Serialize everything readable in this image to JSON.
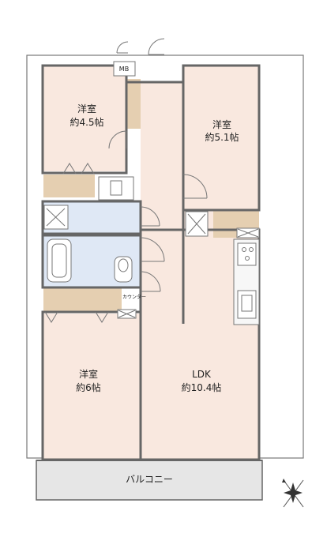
{
  "rooms": {
    "western_room_1": {
      "name": "洋室",
      "size": "約4.5帖"
    },
    "western_room_2": {
      "name": "洋室",
      "size": "約5.1帖"
    },
    "western_room_3": {
      "name": "洋室",
      "size": "約6帖"
    },
    "ldk": {
      "name": "LDK",
      "size": "約10.4帖"
    }
  },
  "labels": {
    "mb": "MB",
    "counter": "カウンター",
    "balcony": "バルコニー"
  },
  "colors": {
    "room_fill": "#f9e8df",
    "wet_fill": "#dfe8f5",
    "storage_fill": "#e5cfb1",
    "balcony_fill": "#e6e6e6",
    "wall": "#666666"
  },
  "icons": {
    "compass": "north-compass-icon"
  }
}
